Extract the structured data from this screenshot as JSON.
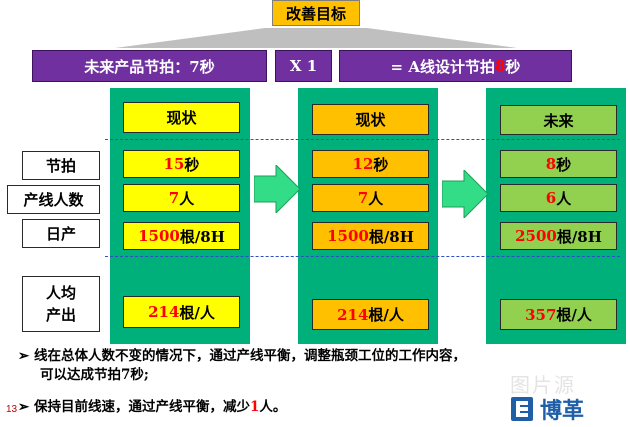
{
  "header": {
    "goal_label": "改善目标",
    "takt_label": "未来产品节拍：7秒",
    "multiplier": "X 1",
    "equals_prefix": "= A线设计节拍",
    "equals_value": "8",
    "equals_suffix": "秒"
  },
  "row_labels": [
    "节拍",
    "产线人数",
    "日产",
    "人均\n产出"
  ],
  "columns": [
    {
      "title": "现状",
      "takt_num": "15",
      "takt_unit": "秒",
      "people_num": "7",
      "people_unit": "人",
      "daily_num": "1500",
      "daily_unit": "根/8H",
      "per_num": "214",
      "per_unit": "根/人"
    },
    {
      "title": "现状",
      "takt_num": "12",
      "takt_unit": "秒",
      "people_num": "7",
      "people_unit": "人",
      "daily_num": "1500",
      "daily_unit": "根/8H",
      "per_num": "214",
      "per_unit": "根/人"
    },
    {
      "title": "未来",
      "takt_num": "8",
      "takt_unit": "秒",
      "people_num": "6",
      "people_unit": "人",
      "daily_num": "2500",
      "daily_unit": "根/8H",
      "per_num": "357",
      "per_unit": "根/人"
    }
  ],
  "bullets": {
    "b1_line1": "线在总体人数不变的情况下，通过产线平衡，调整瓶颈工位的工作内容，",
    "b1_line2": "可以达成节拍7秒;",
    "b2_prefix": "保持目前线速，通过产线平衡，减少",
    "b2_num": "1",
    "b2_suffix": "人。",
    "marker": "➢"
  },
  "page_number": "13",
  "logo_text": "博革",
  "watermark": "图片源"
}
